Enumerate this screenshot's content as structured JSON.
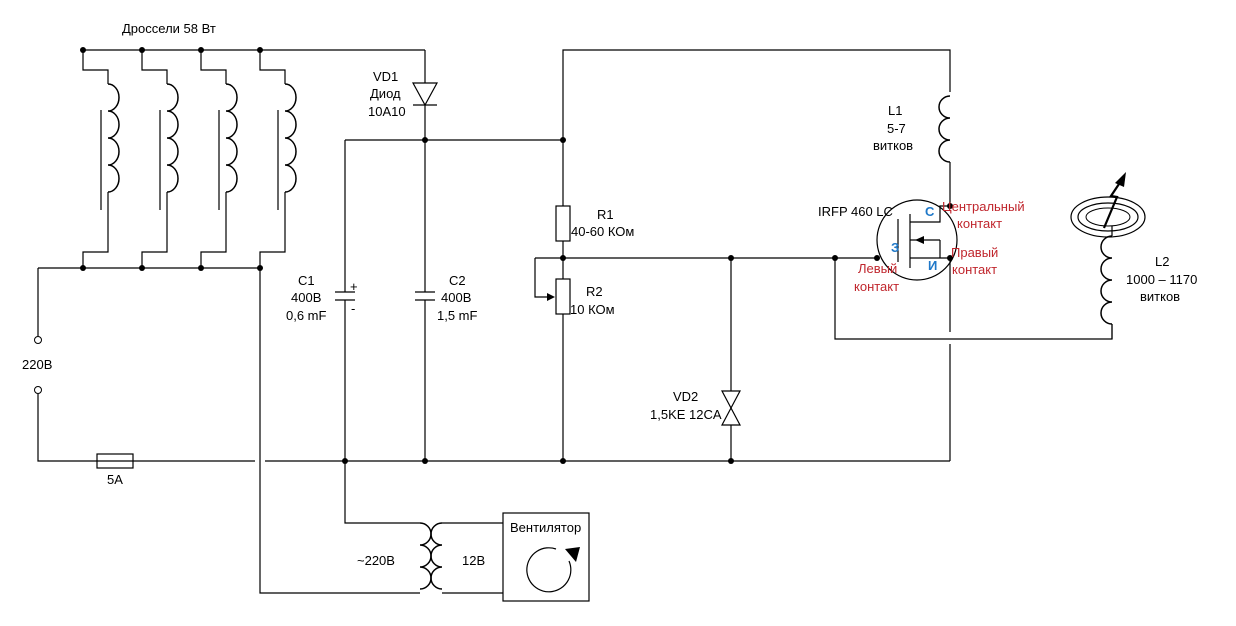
{
  "labels": {
    "chokes_title": "Дроссели 58 Вт",
    "mains": "220В",
    "fuse": "5А",
    "vd1": [
      "VD1",
      "Диод",
      "10А10"
    ],
    "c1": [
      "C1",
      "400В",
      "0,6 mF"
    ],
    "c1_plus": "+",
    "c1_minus": "-",
    "c2": [
      "C2",
      "400В",
      "1,5 mF"
    ],
    "r1": [
      "R1",
      "40-60 КОм"
    ],
    "r2": [
      "R2",
      "10 КОм"
    ],
    "vd2": [
      "VD2",
      "1,5KE 12CA"
    ],
    "l1": [
      "L1",
      "5-7",
      "витков"
    ],
    "transistor": "IRFP 460 LC",
    "pin_c": "С",
    "pin_z": "З",
    "pin_i": "И",
    "center_contact": [
      "Центральный",
      "контакт"
    ],
    "right_contact": [
      "Правый",
      "контакт"
    ],
    "left_contact": [
      "Левый",
      "контакт"
    ],
    "l2": [
      "L2",
      "1000 – 1170",
      "витков"
    ],
    "tr_primary": "~220В",
    "tr_secondary": "12В",
    "fan": "Вентилятор"
  },
  "colors": {
    "wire": "#000000",
    "annotation_red": "#c0262d",
    "pin_blue": "#1f78c8"
  },
  "icons": {
    "fan": "rotation-arrow-icon",
    "spark": "spark-arrow-icon"
  }
}
